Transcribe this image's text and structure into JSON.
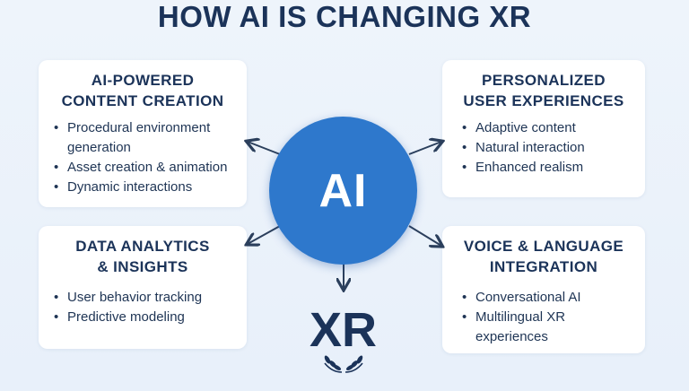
{
  "title": "HOW AI IS CHANGING XR",
  "center": {
    "ai": "AI",
    "xr": "XR"
  },
  "colors": {
    "accent": "#2e78cc",
    "text": "#1b3359",
    "background": "#eef4fb"
  },
  "cards": {
    "top_left": {
      "title_lines": [
        "AI-POWERED",
        "CONTENT CREATION"
      ],
      "items": [
        "Procedural environment",
        "generation",
        "Asset creation & animation",
        "Dynamic interactions"
      ]
    },
    "top_right": {
      "title_lines": [
        "PERSONALIZED",
        "USER EXPERIENCES"
      ],
      "items": [
        "Adaptive content",
        "Natural interaction",
        "Enhanced realism"
      ]
    },
    "bottom_left": {
      "title_lines": [
        "DATA ANALYTICS",
        "& INSIGHTS"
      ],
      "items": [
        "User behavior tracking",
        "Predictive modeling"
      ]
    },
    "bottom_right": {
      "title_lines": [
        "VOICE & LANGUAGE",
        "INTEGRATION"
      ],
      "items": [
        "Conversational AI",
        "Multilingual XR",
        "experiences"
      ]
    }
  },
  "icons": {
    "arrows": "arrow-icon",
    "laurel": "laurel-icon"
  }
}
